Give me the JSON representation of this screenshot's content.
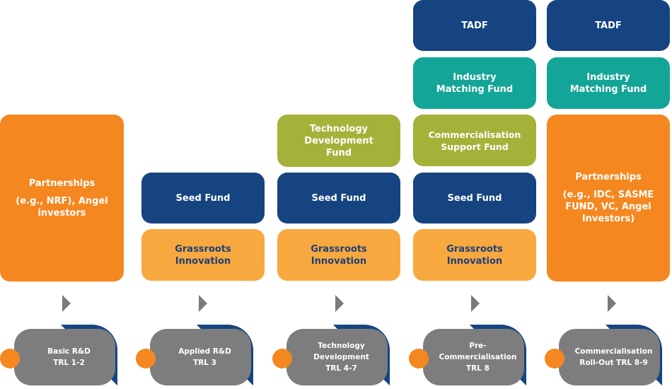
{
  "columns": [
    {
      "id": "c1",
      "boxes": [
        {
          "lines": [
            "Partnerships",
            "",
            "(e.g., NRF), Angel",
            "investors"
          ]
        }
      ],
      "stage": {
        "lines": [
          "Basic R&D",
          "TRL 1-2"
        ]
      }
    },
    {
      "id": "c2",
      "boxes": [
        {
          "lines": [
            "Seed Fund"
          ]
        },
        {
          "lines": [
            "Grassroots",
            "Innovation"
          ]
        }
      ],
      "stage": {
        "lines": [
          "Applied R&D",
          "TRL 3"
        ]
      }
    },
    {
      "id": "c3",
      "boxes": [
        {
          "lines": [
            "Technology",
            "Development",
            "Fund"
          ]
        },
        {
          "lines": [
            "Seed Fund"
          ]
        },
        {
          "lines": [
            "Grassroots",
            "Innovation"
          ]
        }
      ],
      "stage": {
        "lines": [
          "Technology",
          "Development",
          "TRL 4-7"
        ]
      }
    },
    {
      "id": "c4",
      "boxes": [
        {
          "lines": [
            "TADF"
          ]
        },
        {
          "lines": [
            "Industry",
            "Matching Fund"
          ]
        },
        {
          "lines": [
            "Commercialisation",
            "Support Fund"
          ]
        },
        {
          "lines": [
            "Seed Fund"
          ]
        },
        {
          "lines": [
            "Grassroots",
            "Innovation"
          ]
        }
      ],
      "stage": {
        "lines": [
          "Pre-",
          "Commercialisation",
          "TRL 8"
        ]
      }
    },
    {
      "id": "c5",
      "boxes": [
        {
          "lines": [
            "TADF"
          ]
        },
        {
          "lines": [
            "Industry",
            "Matching Fund"
          ]
        },
        {
          "lines": [
            "Partnerships",
            "",
            "(e.g., IDC, SASME",
            "FUND, VC, Angel",
            "Investors)"
          ]
        }
      ],
      "stage": {
        "lines": [
          "Commercialisation",
          "Roll-Out TRL 8-9"
        ]
      }
    }
  ],
  "colors": {
    "navy": "#154480",
    "teal": "#13A597",
    "olive": "#A5B23A",
    "orange": "#F58720",
    "light_orange": "#F7A83F",
    "grey": "#7D7D7D"
  }
}
